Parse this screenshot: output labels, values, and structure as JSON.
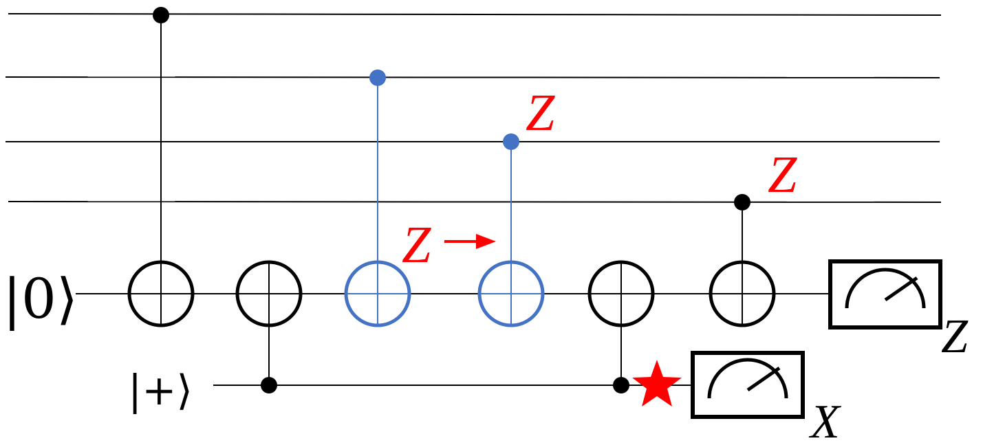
{
  "colors": {
    "wire": "#000000",
    "blue_gate": "#4472c4",
    "error": "#ff0000"
  },
  "ancilla_z": {
    "ket": "|0⟩",
    "measure_basis": "Z"
  },
  "ancilla_x": {
    "ket": "|+⟩",
    "measure_basis": "X"
  },
  "annotations": {
    "error_upper": "Z",
    "error_lower": "Z",
    "error_propagating": "Z"
  },
  "icons": {
    "measure": "meter-icon",
    "error_marker": "star-icon",
    "direction": "arrow-right-icon"
  }
}
